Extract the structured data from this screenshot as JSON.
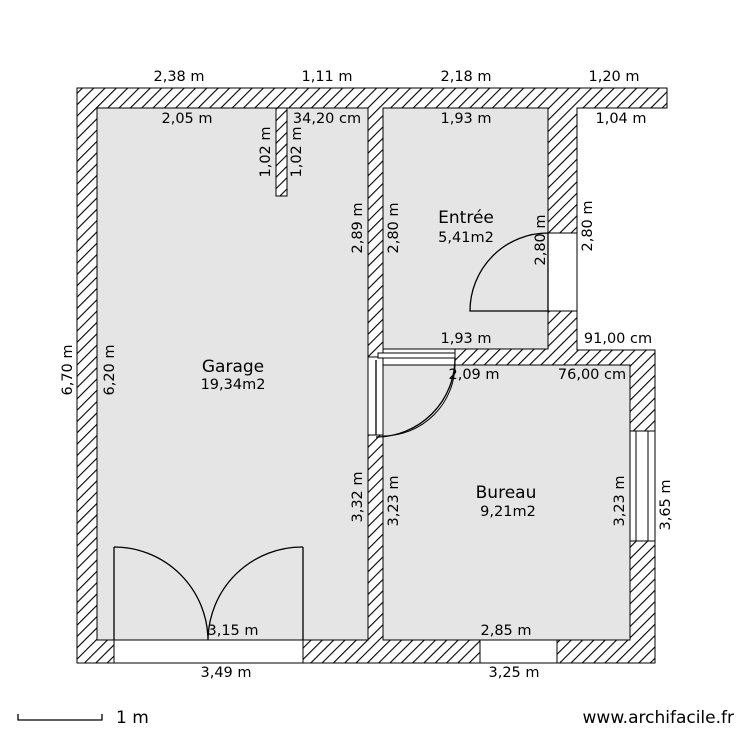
{
  "rooms": [
    {
      "name": "Garage",
      "area": "19,34m2"
    },
    {
      "name": "Entrée",
      "area": "5,41m2"
    },
    {
      "name": "Bureau",
      "area": "9,21m2"
    }
  ],
  "dimensions": {
    "outer_top": [
      "2,38 m",
      "1,11 m",
      "2,18 m",
      "1,20 m"
    ],
    "inner_top": [
      "2,05 m",
      "34,20 cm",
      "1,93 m",
      "1,04 m"
    ],
    "partition_small": [
      "1,02 m",
      "1,02 m"
    ],
    "garage_right_upper": "2,89 m",
    "entree_left": "2,80 m",
    "entree_right": "2,80 m",
    "outside_right": "2,80 m",
    "entree_bottom": "1,93 m",
    "notch": "91,00 cm",
    "bureau_top": [
      "2,09 m",
      "76,00 cm"
    ],
    "outer_left": "6,70 m",
    "garage_left": "6,20 m",
    "garage_right_lower": "3,32 m",
    "bureau_left": "3,23 m",
    "bureau_right": "3,23 m",
    "outer_right": "3,65 m",
    "garage_bottom_inner": "3,15 m",
    "bureau_bottom_inner": "2,85 m",
    "outer_bottom": [
      "3,49 m",
      "3,25 m"
    ]
  },
  "scale_label": "1 m",
  "watermark": "www.archifacile.fr",
  "colors": {
    "wall": "#000000",
    "floor": "#e5e5e5",
    "background": "#ffffff"
  }
}
